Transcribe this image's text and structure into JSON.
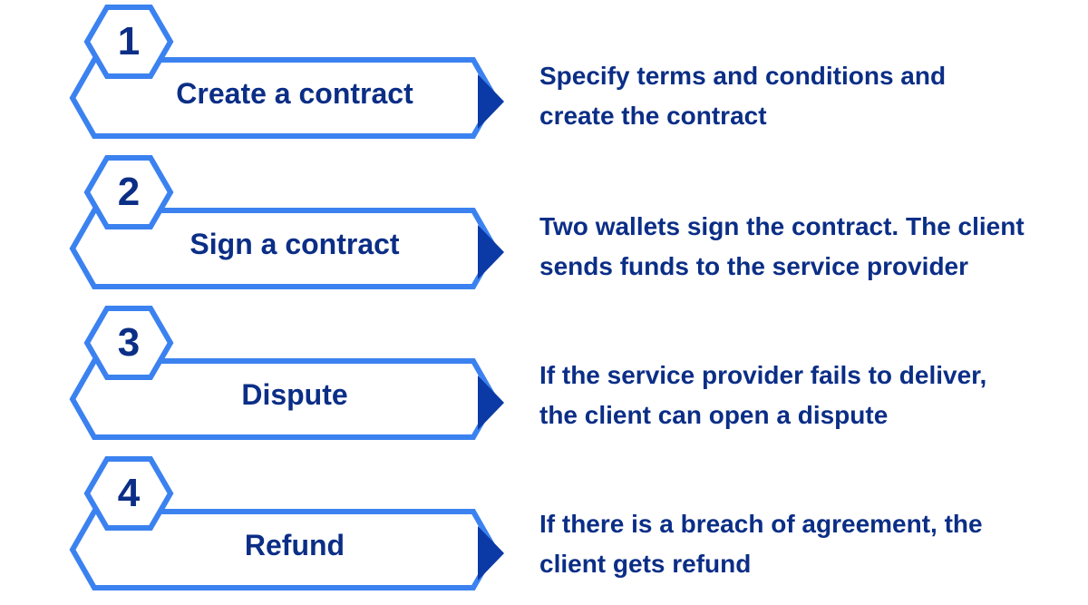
{
  "steps": [
    {
      "number": "1",
      "title": "Create a contract",
      "description": [
        "Specify terms and conditions and",
        "create the contract"
      ]
    },
    {
      "number": "2",
      "title": "Sign a contract",
      "description": [
        "Two wallets sign the contract. The client",
        "sends funds to the service provider"
      ]
    },
    {
      "number": "3",
      "title": "Dispute",
      "description": [
        "If the service provider fails to deliver,",
        "the client can open a dispute"
      ]
    },
    {
      "number": "4",
      "title": "Refund",
      "description": [
        "If there is a breach of agreement, the",
        "client gets refund"
      ]
    }
  ],
  "colors": {
    "outline": "#3b82f0",
    "arrow": "#0b3aa6",
    "text": "#0b2e86"
  },
  "icons": {
    "step_badge": "hexagon-icon",
    "step_arrow": "play-arrow-icon"
  }
}
